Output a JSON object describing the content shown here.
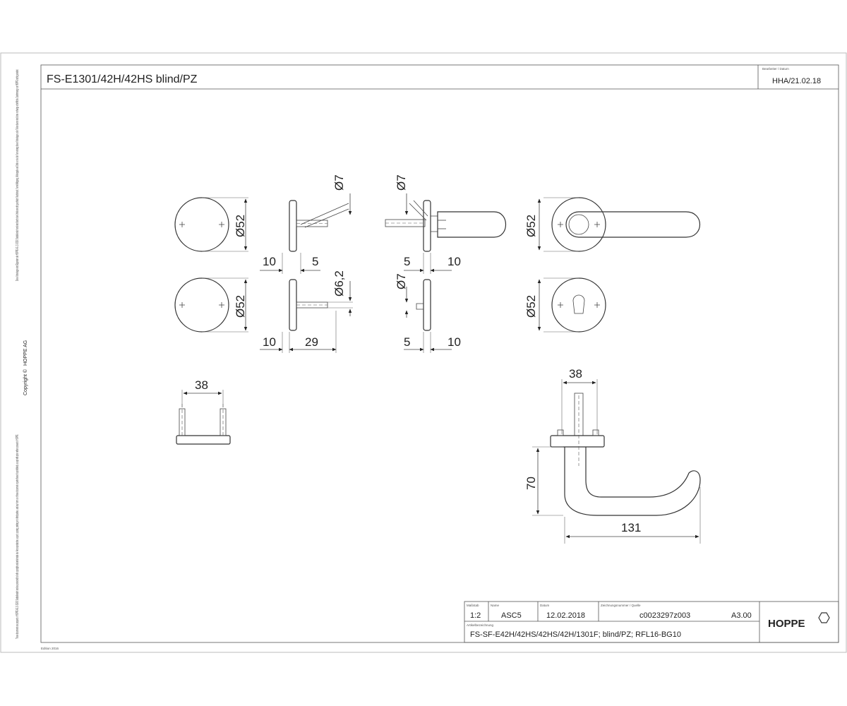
{
  "header": {
    "title": "FS-E1301/42H/42HS blind/PZ",
    "editor_label": "Bearbeiter / Datum",
    "editor_value": "HHA/21.02.18"
  },
  "side_notes": {
    "german": "Diese Unterlagen sind Eigentum der HOPPE AG, D-36260 Stadtallendorf und sind durch das Urheberrecht geschützt. Nachdruck, Vervielfältigung, Weitergabe an Dritte sowie die Verwertung dieser Unterlagen oder Teilen davon sind ohne vorherige schriftliche Zustimmung von HOPPE nicht gestattet.",
    "company": "HOPPE AG",
    "copyright": "Copyright ©",
    "english": "These documents are property of HOPPE AG, D-36260 Stadtallendorf and are protected by both copyright and unfair trade law. Any reproduction, export, copying, printing or to third parties, and any forms or offense document or parts thereof is prohibited, except with prior written consent of HOPPE.",
    "edition": "Edition 2016"
  },
  "dimensions": {
    "row1_left_dia": "Ø52",
    "row1_side_pin_dia": "Ø7",
    "row1_side_left_offset": "10",
    "row1_side_right_offset": "5",
    "row1_handle_pin_dia": "Ø7",
    "row1_handle_left_offset": "5",
    "row1_handle_right_offset": "10",
    "row1_right_dia": "Ø52",
    "row2_left_dia": "Ø52",
    "row2_side_pin_dia": "Ø6,2",
    "row2_side_left_offset": "10",
    "row2_side_length": "29",
    "row2_cyl_pin_dia": "Ø7",
    "row2_cyl_left_offset": "5",
    "row2_cyl_right_offset": "10",
    "row2_right_dia": "Ø52",
    "mount_width": "38",
    "lever_width": "38",
    "lever_height": "70",
    "lever_length": "131"
  },
  "title_block": {
    "scale_label": "Maßstab",
    "scale_value": "1:2",
    "drawn_label": "Name",
    "drawn_value": "ASC5",
    "date_label": "Datum",
    "date_value": "12.02.2018",
    "number_label": "Zeichnungsnummer / Quelle",
    "number_value": "c0023297z003",
    "format_value": "A3.00",
    "part_label": "Artikelbezeichnung",
    "part_value": "FS-SF-E42H/42HS/42HS/42H/1301F; blind/PZ; RFL16-BG10",
    "logo": "HOPPE"
  }
}
